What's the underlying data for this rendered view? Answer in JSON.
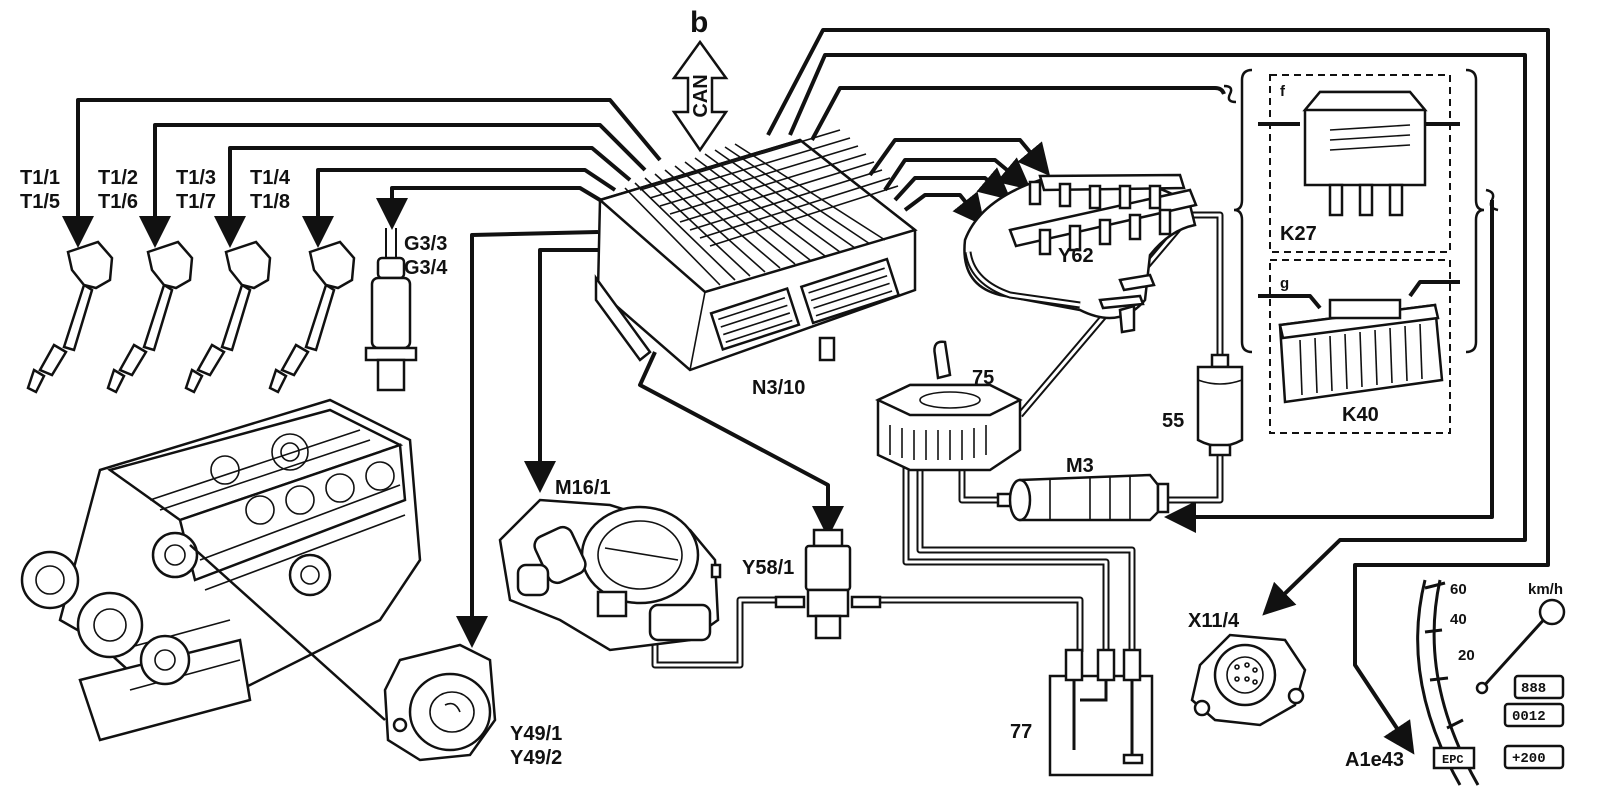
{
  "labels": {
    "bus": "b",
    "can": "CAN",
    "coil1": [
      "T1/1",
      "T1/5"
    ],
    "coil2": [
      "T1/2",
      "T1/6"
    ],
    "coil3": [
      "T1/3",
      "T1/7"
    ],
    "coil4": [
      "T1/4",
      "T1/8"
    ],
    "o2sensor": [
      "G3/3",
      "G3/4"
    ],
    "ecu": "N3/10",
    "injectors": "Y62",
    "relay_box_f": "f",
    "relay_k27": "K27",
    "relay_box_g": "g",
    "fuse_k40": "K40",
    "part75": "75",
    "part55": "55",
    "fuel_pump": "M3",
    "throttle": "M16/1",
    "valve": "Y58/1",
    "camshaft": [
      "Y49/1",
      "Y49/2"
    ],
    "part77": "77",
    "diag_socket": "X11/4",
    "cluster": "A1e43",
    "epc": "EPC",
    "gauge_ticks": [
      "60",
      "40",
      "20"
    ],
    "gauge_unit": "km/h",
    "lcd": [
      "888",
      "0012",
      "+200"
    ]
  }
}
